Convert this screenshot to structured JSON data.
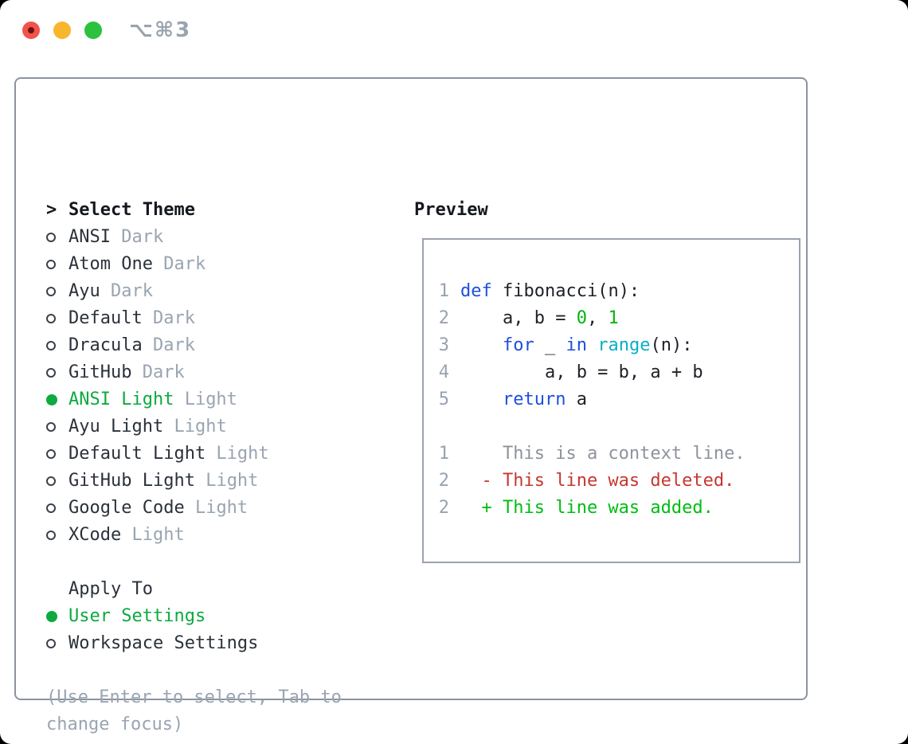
{
  "window": {
    "shortcut": "⌥⌘3"
  },
  "panel": {
    "select_theme": {
      "prefix": ">",
      "title": "Select Theme",
      "items": [
        {
          "name": "ANSI",
          "variant": "Dark",
          "selected": false
        },
        {
          "name": "Atom One",
          "variant": "Dark",
          "selected": false
        },
        {
          "name": "Ayu",
          "variant": "Dark",
          "selected": false
        },
        {
          "name": "Default",
          "variant": "Dark",
          "selected": false
        },
        {
          "name": "Dracula",
          "variant": "Dark",
          "selected": false
        },
        {
          "name": "GitHub",
          "variant": "Dark",
          "selected": false
        },
        {
          "name": "ANSI Light",
          "variant": "Light",
          "selected": true
        },
        {
          "name": "Ayu Light",
          "variant": "Light",
          "selected": false
        },
        {
          "name": "Default Light",
          "variant": "Light",
          "selected": false
        },
        {
          "name": "GitHub Light",
          "variant": "Light",
          "selected": false
        },
        {
          "name": "Google Code",
          "variant": "Light",
          "selected": false
        },
        {
          "name": "XCode",
          "variant": "Light",
          "selected": false
        }
      ]
    },
    "apply_to": {
      "title": "Apply To",
      "options": [
        {
          "label": "User Settings",
          "selected": true
        },
        {
          "label": "Workspace Settings",
          "selected": false
        }
      ]
    },
    "hint_lines": [
      "(Use Enter to select, Tab to",
      "change focus)"
    ]
  },
  "preview": {
    "title": "Preview",
    "code_lines": [
      {
        "num": "1",
        "tokens": [
          [
            "def",
            "kw"
          ],
          [
            " fibonacci(n):",
            "plain"
          ]
        ]
      },
      {
        "num": "2",
        "tokens": [
          [
            "    a, b = ",
            "plain"
          ],
          [
            "0",
            "num"
          ],
          [
            ", ",
            "plain"
          ],
          [
            "1",
            "num"
          ]
        ]
      },
      {
        "num": "3",
        "tokens": [
          [
            "    ",
            "plain"
          ],
          [
            "for",
            "kw"
          ],
          [
            " _ ",
            "plain"
          ],
          [
            "in",
            "kw"
          ],
          [
            " ",
            "plain"
          ],
          [
            "range",
            "fn"
          ],
          [
            "(n):",
            "plain"
          ]
        ]
      },
      {
        "num": "4",
        "tokens": [
          [
            "        a, b = b, a + b",
            "plain"
          ]
        ]
      },
      {
        "num": "5",
        "tokens": [
          [
            "    ",
            "plain"
          ],
          [
            "return",
            "kw"
          ],
          [
            " a",
            "plain"
          ]
        ]
      }
    ],
    "diff_lines": [
      {
        "num": "1",
        "tokens": [
          [
            "    This is a context line.",
            "ctx"
          ]
        ]
      },
      {
        "num": "2",
        "tokens": [
          [
            "  - This line was deleted.",
            "del"
          ]
        ]
      },
      {
        "num": "2",
        "tokens": [
          [
            "  + This line was added.",
            "add"
          ]
        ]
      }
    ]
  },
  "colors": {
    "keyword_blue": "#1d4fdd",
    "function_cyan": "#0ab0c5",
    "number_green": "#00b40e",
    "ui_green": "#0caa3f",
    "diff_added_green": "#00bc13",
    "diff_deleted_red": "#c53830",
    "muted_gray": "#9aa4b2"
  }
}
